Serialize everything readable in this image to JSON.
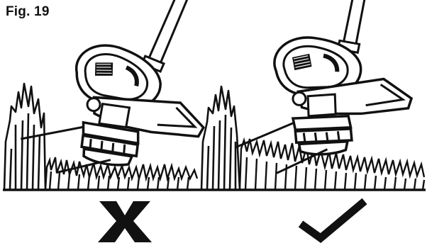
{
  "figure": {
    "label": "Fig. 19"
  },
  "panels": [
    {
      "id": "incorrect",
      "icon": "x-mark-icon"
    },
    {
      "id": "correct",
      "icon": "checkmark-icon"
    }
  ],
  "colors": {
    "line": "#111111",
    "background": "#ffffff"
  }
}
